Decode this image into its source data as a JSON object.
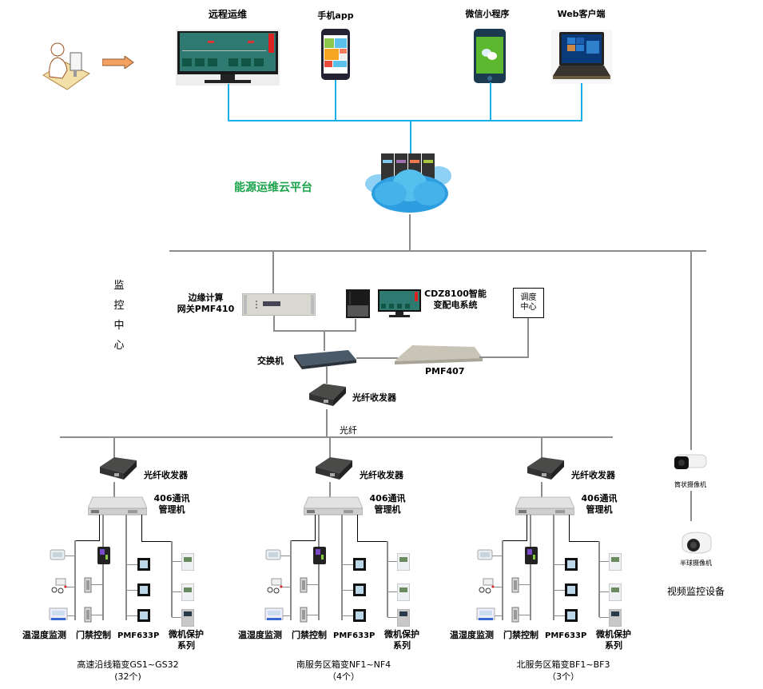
{
  "diagram": {
    "clients": {
      "remote_ops": "远程运维",
      "mobile_app": "手机app",
      "wechat_mini": "微信小程序",
      "web_client": "Web客户端"
    },
    "cloud_platform": "能源运维云平台",
    "monitoring_center": {
      "label_chars": [
        "监",
        "控",
        "中",
        "心"
      ],
      "edge_gateway_line1": "边缘计算",
      "edge_gateway_line2": "网关PMF410",
      "cdz_line1": "CDZ8100智能",
      "cdz_line2": "变配电系统",
      "dispatch_line1": "调度",
      "dispatch_line2": "中心",
      "switch": "交换机",
      "pmf407": "PMF407",
      "fiber_transceiver": "光纤收发器",
      "fiber": "光纤"
    },
    "sites": [
      {
        "transceiver": "光纤收发器",
        "comm_manager_line1": "406通讯",
        "comm_manager_line2": "管理机",
        "temp_humidity": "温湿度监测",
        "access_control": "门禁控制",
        "meter": "PMF633P",
        "protection_line1": "微机保护",
        "protection_line2": "系列",
        "caption_line1": "高速沿线箱变GS1~GS32",
        "caption_line2": "(32个)"
      },
      {
        "transceiver": "光纤收发器",
        "comm_manager_line1": "406通讯",
        "comm_manager_line2": "管理机",
        "temp_humidity": "温湿度监测",
        "access_control": "门禁控制",
        "meter": "PMF633P",
        "protection_line1": "微机保护",
        "protection_line2": "系列",
        "caption_line1": "南服务区箱变NF1~NF4",
        "caption_line2": "（4个）"
      },
      {
        "transceiver": "光纤收发器",
        "comm_manager_line1": "406通讯",
        "comm_manager_line2": "管理机",
        "temp_humidity": "温湿度监测",
        "access_control": "门禁控制",
        "meter": "PMF633P",
        "protection_line1": "微机保护",
        "protection_line2": "系列",
        "caption_line1": "北服务区箱变BF1~BF3",
        "caption_line2": "（3个）"
      }
    ],
    "video": {
      "bullet_camera": "筒状摄像机",
      "dome_camera": "半球摄像机",
      "caption": "视频监控设备"
    },
    "colors": {
      "cloud_link": "#1ab0e8",
      "platform_title": "#1aa34a",
      "bus_line": "#8c8c8c",
      "arrow": "#f4a063"
    }
  }
}
